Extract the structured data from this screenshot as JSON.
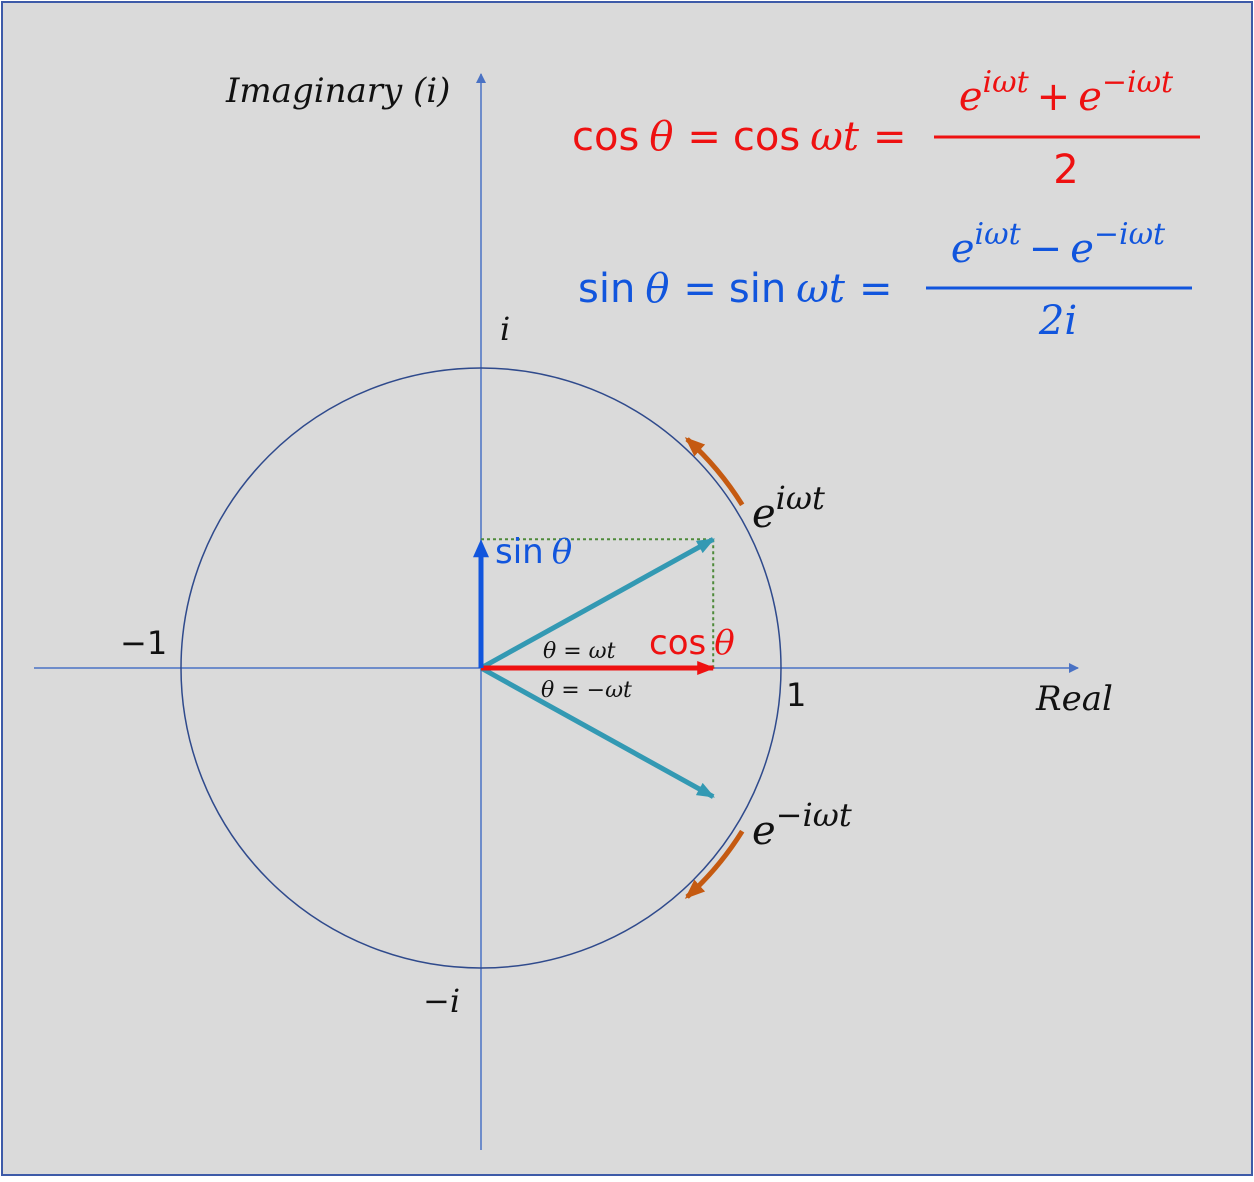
{
  "colors": {
    "background": "#dadada",
    "border": "#3d5aa8",
    "axis": "#4a72c4",
    "circle": "#2f4a8c",
    "phasor": "#3399b3",
    "cos": "#ee1111",
    "sin": "#1155dd",
    "rotation": "#c55a11",
    "guide": "#4e8a3a",
    "label": "#111111"
  },
  "diagram": {
    "theta_degrees": 29,
    "axes": {
      "y_label_text": "Imaginary (",
      "y_label_i": "i",
      "y_label_close": ")",
      "x_label": "Real"
    },
    "ticks": {
      "i": "i",
      "minus_i": "−i",
      "minus_one": "−1",
      "one": "1"
    },
    "phasors": {
      "positive": {
        "base": "e",
        "exponent": "iωt"
      },
      "negative": {
        "base": "e",
        "exponent": "−iωt"
      }
    },
    "angles": {
      "positive": "θ = ωt",
      "negative": "θ = −ωt"
    },
    "components": {
      "cos_fn": "cos",
      "sin_fn": "sin",
      "theta": "θ"
    }
  },
  "equations": {
    "cos": {
      "lhs_fn": "cos",
      "lhs_var": "θ",
      "eq1": "=",
      "mid_fn": "cos",
      "mid_var": "ωt",
      "eq2": "=",
      "num_e1": "e",
      "num_exp1": "iωt",
      "num_op": "+",
      "num_e2": "e",
      "num_exp2": "−iωt",
      "den": "2"
    },
    "sin": {
      "lhs_fn": "sin",
      "lhs_var": "θ",
      "eq1": "=",
      "mid_fn": "sin",
      "mid_var": "ωt",
      "eq2": "=",
      "num_e1": "e",
      "num_exp1": "iωt",
      "num_op": "−",
      "num_e2": "e",
      "num_exp2": "−iωt",
      "den": "2i"
    }
  }
}
